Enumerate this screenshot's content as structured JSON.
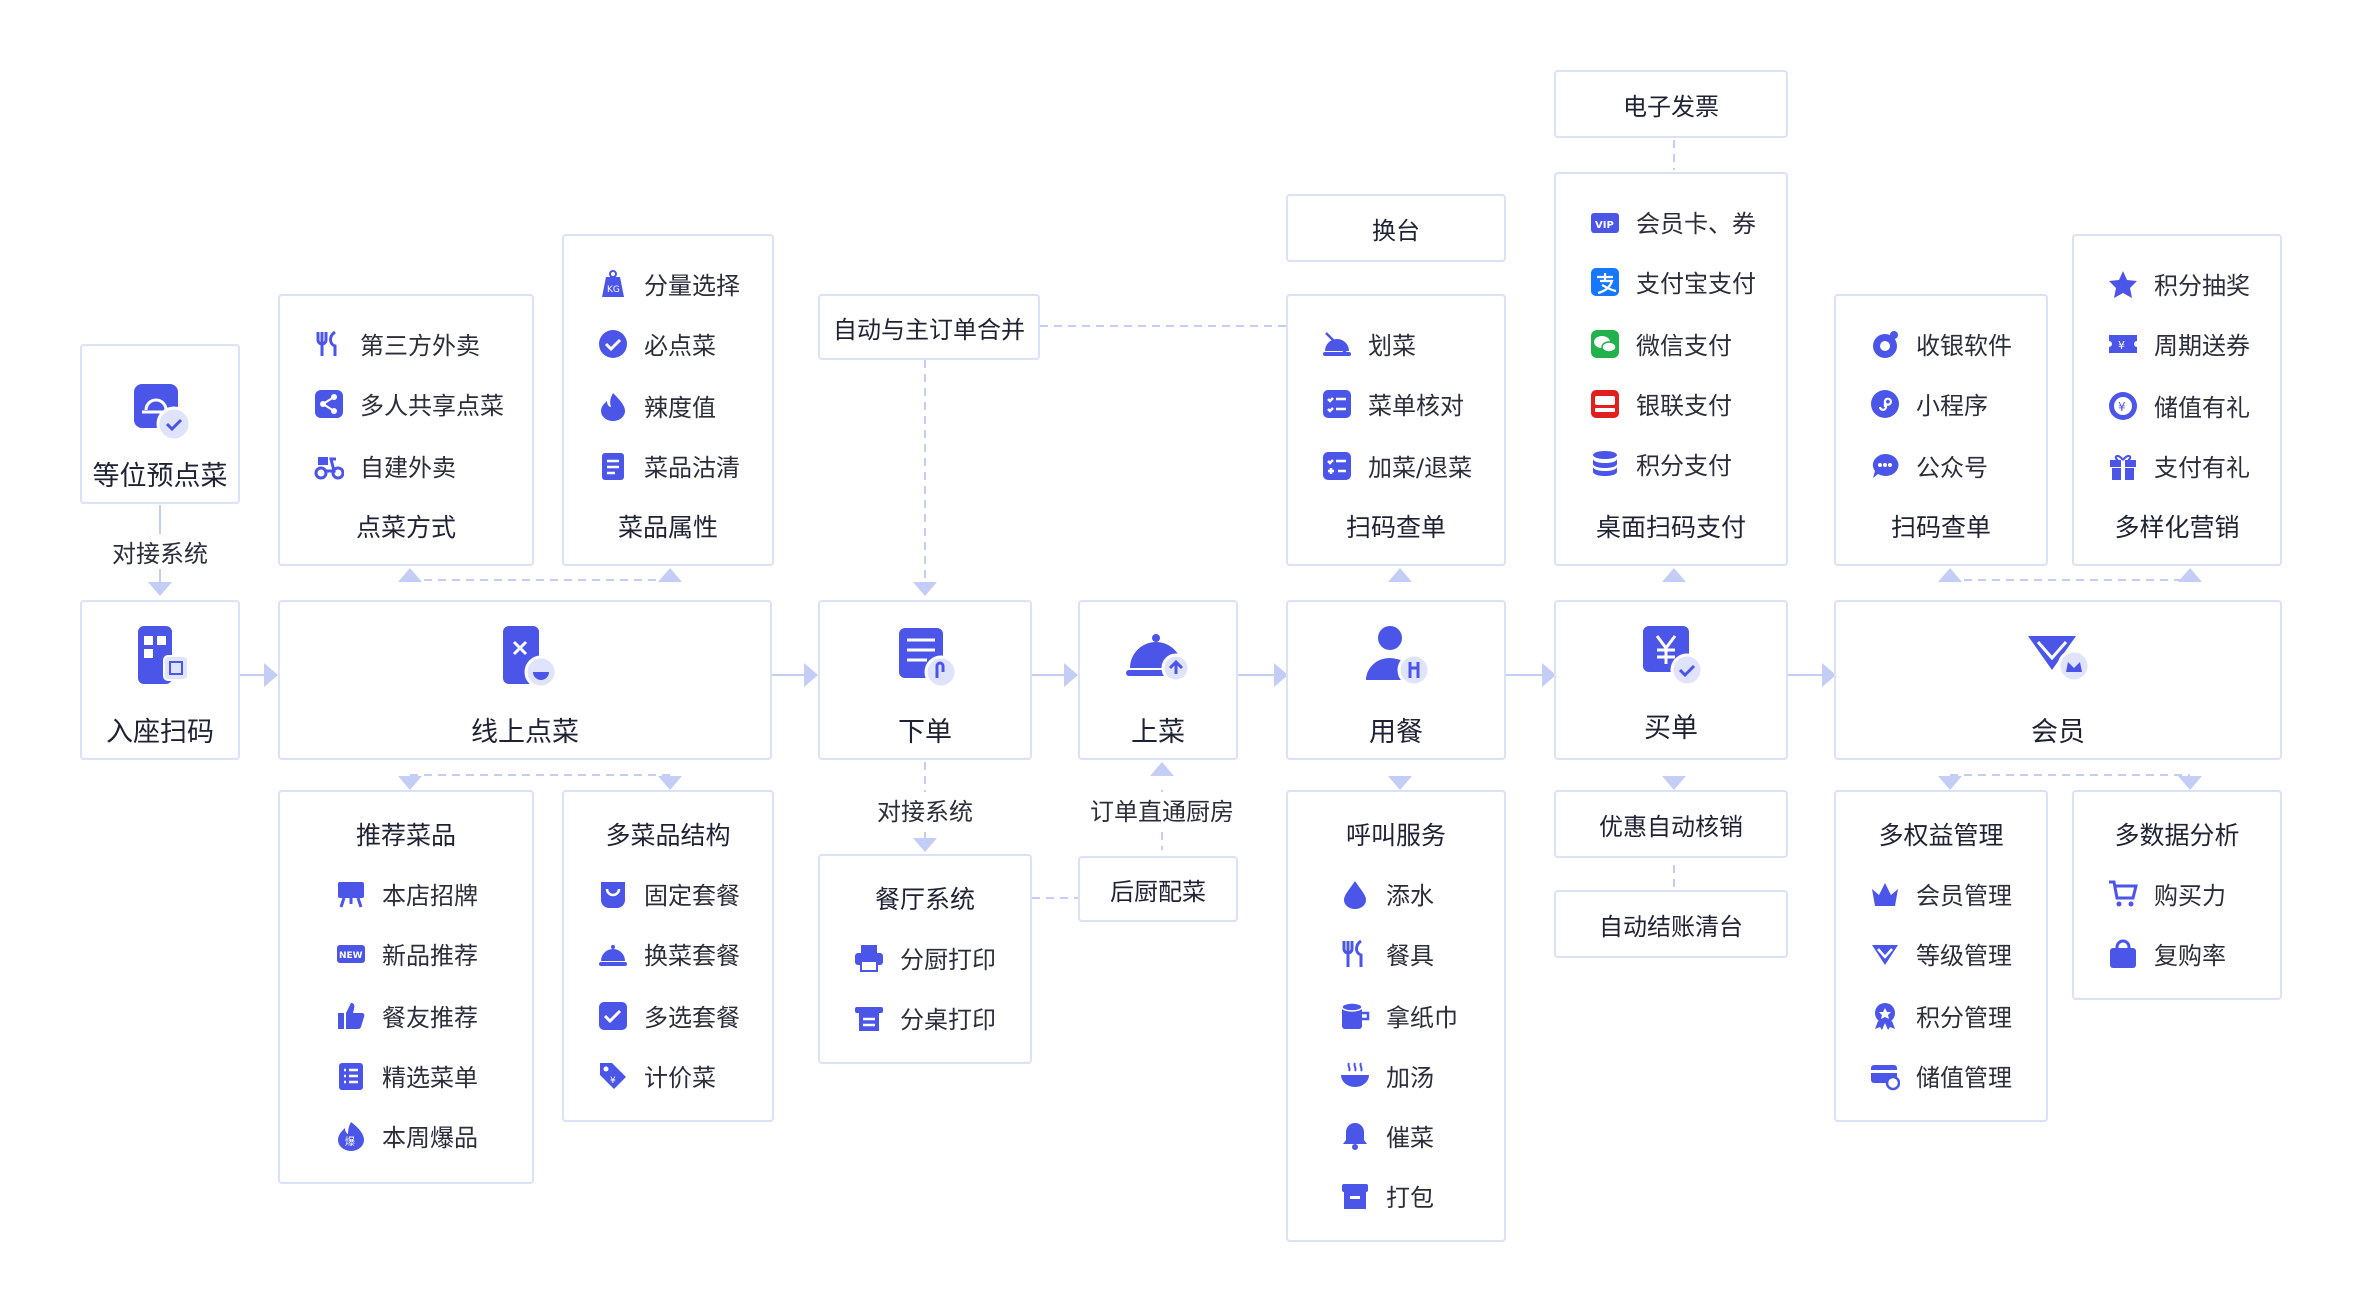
{
  "colors": {
    "accent": "#4b55e8",
    "border": "#dbe1f6",
    "connector": "#c3cdf5"
  },
  "nodes": {
    "waiting_preorder": {
      "label": "等位预点菜"
    },
    "seat_scan": {
      "label": "入座扫码"
    },
    "online_order": {
      "label": "线上点菜"
    },
    "place_order": {
      "label": "下单"
    },
    "serve": {
      "label": "上菜"
    },
    "dining": {
      "label": "用餐"
    },
    "checkout": {
      "label": "买单"
    },
    "member": {
      "label": "会员"
    }
  },
  "connectors": {
    "docking_system_1": "对接系统",
    "docking_system_2": "对接系统",
    "direct_kitchen": "订单直通厨房"
  },
  "order_method": {
    "title": "点菜方式",
    "items": [
      "第三方外卖",
      "多人共享点菜",
      "自建外卖"
    ]
  },
  "dish_attributes": {
    "title": "菜品属性",
    "items": [
      "分量选择",
      "必点菜",
      "辣度值",
      "菜品沽清"
    ]
  },
  "merge_order": {
    "label": "自动与主订单合并"
  },
  "change_table": {
    "label": "换台"
  },
  "dining_scan": {
    "title": "扫码查单",
    "items": [
      "划菜",
      "菜单核对",
      "加菜/退菜"
    ]
  },
  "e_invoice": {
    "label": "电子发票"
  },
  "table_pay": {
    "title": "桌面扫码支付",
    "items": [
      "会员卡、券",
      "支付宝支付",
      "微信支付",
      "银联支付",
      "积分支付"
    ]
  },
  "member_scan": {
    "title": "扫码查单",
    "items": [
      "收银软件",
      "小程序",
      "公众号"
    ]
  },
  "marketing": {
    "title": "多样化营销",
    "items": [
      "积分抽奖",
      "周期送券",
      "储值有礼",
      "支付有礼"
    ]
  },
  "recommended": {
    "title": "推荐菜品",
    "items": [
      "本店招牌",
      "新品推荐",
      "餐友推荐",
      "精选菜单",
      "本周爆品"
    ]
  },
  "multi_structure": {
    "title": "多菜品结构",
    "items": [
      "固定套餐",
      "换菜套餐",
      "多选套餐",
      "计价菜"
    ]
  },
  "restaurant_system": {
    "title": "餐厅系统",
    "items": [
      "分厨打印",
      "分桌打印"
    ]
  },
  "kitchen_prep": {
    "label": "后厨配菜"
  },
  "call_service": {
    "title": "呼叫服务",
    "items": [
      "添水",
      "餐具",
      "拿纸巾",
      "加汤",
      "催菜",
      "打包"
    ]
  },
  "auto_discount": {
    "label": "优惠自动核销"
  },
  "auto_settle": {
    "label": "自动结账清台"
  },
  "benefits": {
    "title": "多权益管理",
    "items": [
      "会员管理",
      "等级管理",
      "积分管理",
      "储值管理"
    ]
  },
  "analytics": {
    "title": "多数据分析",
    "items": [
      "购买力",
      "复购率"
    ]
  },
  "icons": {
    "order_method": [
      "fork-knife-icon",
      "share-icon",
      "scooter-icon"
    ],
    "dish_attributes": [
      "weight-kg-icon",
      "check-circle-icon",
      "flame-icon",
      "clipboard-list-icon"
    ],
    "dining_scan": [
      "cloche-strike-icon",
      "checklist-icon",
      "plus-minus-icon"
    ],
    "table_pay": [
      "vip-card-icon",
      "alipay-icon",
      "wechat-pay-icon",
      "unionpay-icon",
      "coin-stack-icon"
    ],
    "member_scan": [
      "cashier-icon",
      "mini-program-icon",
      "official-account-icon"
    ],
    "marketing": [
      "star-icon",
      "coupon-icon",
      "yen-coin-icon",
      "gift-icon"
    ],
    "recommended": [
      "signboard-icon",
      "new-badge-icon",
      "thumbs-up-icon",
      "menu-list-icon",
      "hot-badge-icon"
    ],
    "multi_structure": [
      "bag-icon",
      "cloche-icon",
      "checkbox-icon",
      "price-tag-icon"
    ],
    "restaurant_system": [
      "printer-icon",
      "table-print-icon"
    ],
    "call_service": [
      "water-drop-icon",
      "cutlery-icon",
      "tissue-icon",
      "soup-icon",
      "bell-icon",
      "package-icon"
    ],
    "benefits": [
      "crown-icon",
      "diamond-icon",
      "medal-icon",
      "stored-card-icon"
    ],
    "analytics": [
      "cart-icon",
      "shopping-bag-icon"
    ]
  }
}
